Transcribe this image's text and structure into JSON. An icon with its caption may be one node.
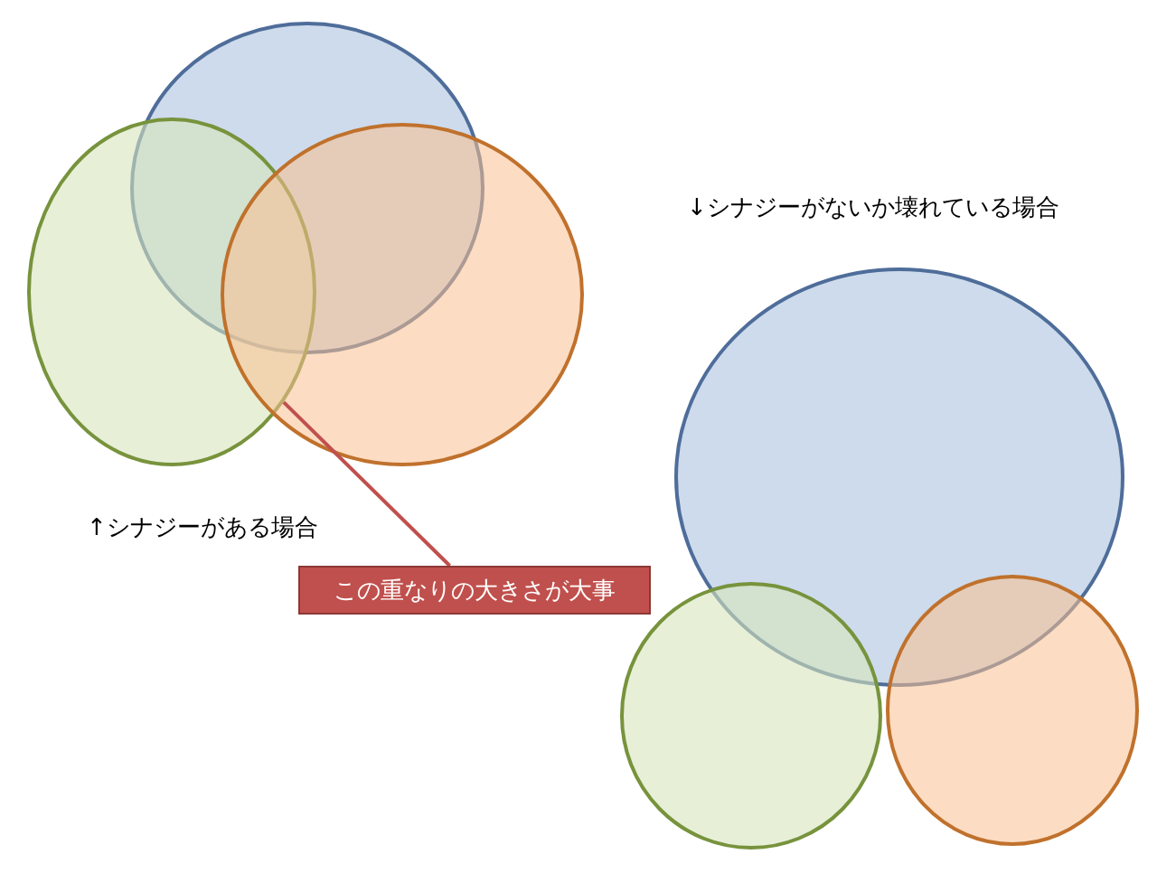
{
  "diagram": {
    "nodes": [
      {
        "text": [],
        "shape": "circle"
      },
      {
        "text": [],
        "shape": "circle"
      },
      {
        "text": [],
        "shape": "circle"
      },
      {
        "text": [],
        "shape": "circle"
      },
      {
        "text": [],
        "shape": "circle"
      },
      {
        "text": [],
        "shape": "circle"
      },
      {
        "text": [
          "この重なりの大きさが大事"
        ]
      }
    ],
    "edges": [
      {
        "from": 6,
        "to": 1,
        "arrow": "none"
      }
    ],
    "labels": [
      "↓シナジーがないか壊れている場合",
      "↑シナジーがある場合"
    ]
  }
}
